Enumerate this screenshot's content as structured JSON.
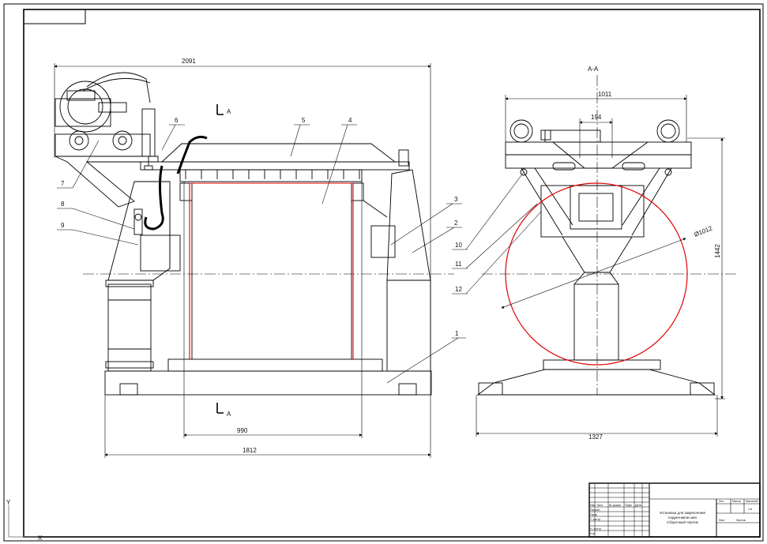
{
  "section_label": "А-А",
  "cut_marks": {
    "top": "А",
    "bottom": "А"
  },
  "dimensions": {
    "front_overall_width": "2091",
    "front_inner_width": "990",
    "front_base_width": "1812",
    "side_top_width": "1011",
    "side_center_width": "194",
    "side_base_width": "1327",
    "side_height": "1442",
    "side_circle_diameter": "Ø1012"
  },
  "part_labels": [
    "1",
    "2",
    "3",
    "4",
    "5",
    "6",
    "7",
    "8",
    "9",
    "10",
    "11",
    "12"
  ],
  "title_block": {
    "title_line1": "Установка для закрепления",
    "title_line2": "подрезчиков шин",
    "title_line3": "Сборочный чертеж",
    "header_cells": [
      "Лит.",
      "Масса",
      "Масштаб"
    ],
    "scale_value": "1:8",
    "sheet_label": "Лист",
    "sheets_label": "Листов",
    "left_rows": [
      "Изм. Лист",
      "Разраб.",
      "Пров.",
      "Т. контр.",
      "Н. контр.",
      "Утв."
    ],
    "left_cols": [
      "№ докум.",
      "Подп.",
      "Дата"
    ]
  },
  "colors": {
    "line": "#000000",
    "highlight": "#e00000"
  },
  "corner_icons": [
    "ucs-y-icon",
    "ucs-x-icon"
  ],
  "ucs_labels": {
    "y": "Y",
    "x": "X"
  }
}
